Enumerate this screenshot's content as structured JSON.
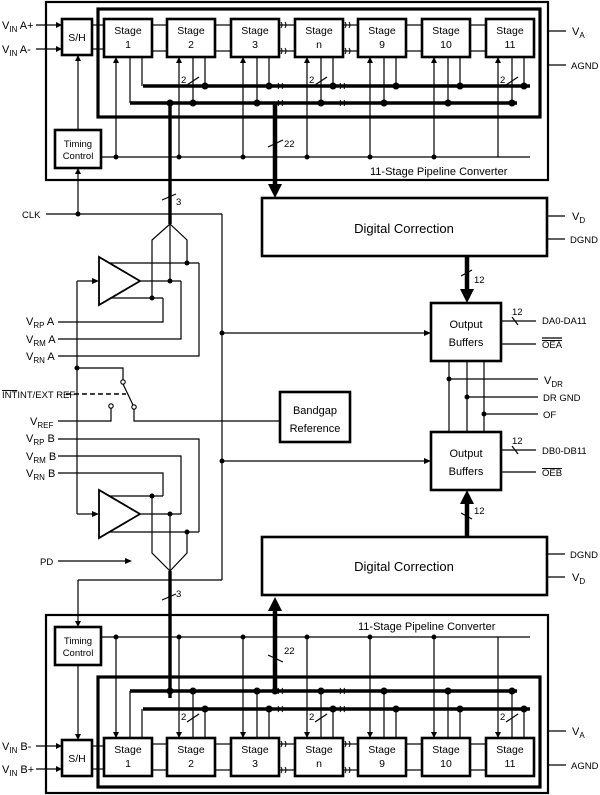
{
  "diagram": {
    "title": "Dual 12-bit Pipeline ADC Block Diagram",
    "channel_a": {
      "inputs": [
        {
          "main": "V",
          "sub": "IN",
          "suffix": " A+"
        },
        {
          "main": "V",
          "sub": "IN",
          "suffix": " A-"
        }
      ],
      "sample_hold": "S/H",
      "timing_control": [
        "Timing",
        "Control"
      ],
      "stages": [
        {
          "line1": "Stage",
          "line2": "1"
        },
        {
          "line1": "Stage",
          "line2": "2"
        },
        {
          "line1": "Stage",
          "line2": "3"
        },
        {
          "line1": "Stage",
          "line2": "n"
        },
        {
          "line1": "Stage",
          "line2": "9"
        },
        {
          "line1": "Stage",
          "line2": "10"
        },
        {
          "line1": "Stage",
          "line2": "11"
        }
      ],
      "pipeline_label": "11-Stage Pipeline Converter",
      "supply": {
        "main": "V",
        "sub": "A"
      },
      "ground": "AGND",
      "bus_width_stage": "2",
      "bus_width_correction": "22",
      "digital_correction": "Digital Correction",
      "dc_supply": {
        "main": "V",
        "sub": "D"
      },
      "dc_ground": "DGND",
      "bus_width_output": "12",
      "output_buffers": [
        "Output",
        "Buffers"
      ],
      "data_out": "DA0-DA11",
      "output_enable": "OEA",
      "reference_pins": [
        {
          "main": "V",
          "sub": "RP",
          "suffix": " A"
        },
        {
          "main": "V",
          "sub": "RM",
          "suffix": " A"
        },
        {
          "main": "V",
          "sub": "RN",
          "suffix": " A"
        }
      ]
    },
    "channel_b": {
      "inputs": [
        {
          "main": "V",
          "sub": "IN",
          "suffix": " B-"
        },
        {
          "main": "V",
          "sub": "IN",
          "suffix": " B+"
        }
      ],
      "sample_hold": "S/H",
      "timing_control": [
        "Timing",
        "Control"
      ],
      "stages": [
        {
          "line1": "Stage",
          "line2": "1"
        },
        {
          "line1": "Stage",
          "line2": "2"
        },
        {
          "line1": "Stage",
          "line2": "3"
        },
        {
          "line1": "Stage",
          "line2": "n"
        },
        {
          "line1": "Stage",
          "line2": "9"
        },
        {
          "line1": "Stage",
          "line2": "10"
        },
        {
          "line1": "Stage",
          "line2": "11"
        }
      ],
      "pipeline_label": "11-Stage Pipeline Converter",
      "supply": {
        "main": "V",
        "sub": "A"
      },
      "ground": "AGND",
      "bus_width_stage": "2",
      "bus_width_correction": "22",
      "digital_correction": "Digital Correction",
      "dc_supply": {
        "main": "V",
        "sub": "D"
      },
      "dc_ground": "DGND",
      "bus_width_output": "12",
      "output_buffers": [
        "Output",
        "Buffers"
      ],
      "data_out": "DB0-DB11",
      "output_enable": "OEB",
      "reference_pins": [
        {
          "main": "V",
          "sub": "RP",
          "suffix": " B"
        },
        {
          "main": "V",
          "sub": "RM",
          "suffix": " B"
        },
        {
          "main": "V",
          "sub": "RN",
          "suffix": " B"
        }
      ]
    },
    "shared": {
      "clock": "CLK",
      "ref_select": "INT/EXT REF",
      "vref": {
        "main": "V",
        "sub": "REF"
      },
      "bandgap": [
        "Bandgap",
        "Reference"
      ],
      "power_down": "PD",
      "ref_bus_width": "3",
      "vdr": {
        "main": "V",
        "sub": "DR"
      },
      "dr_gnd": "DR GND",
      "overflow": "OF"
    }
  }
}
